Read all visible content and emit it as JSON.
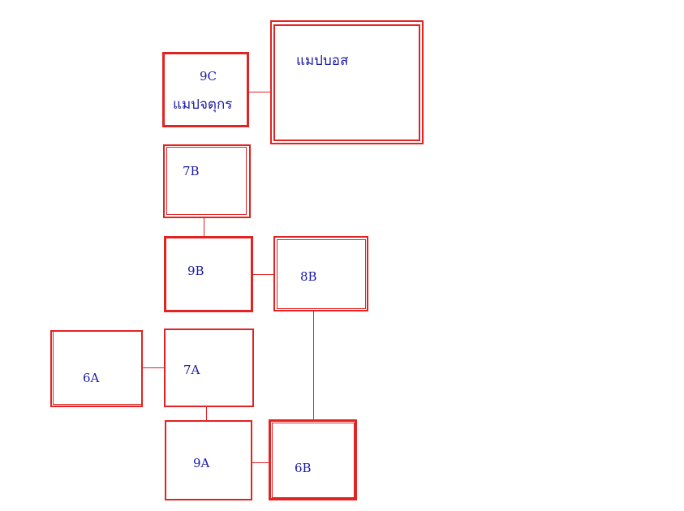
{
  "diagram": {
    "nodes": [
      {
        "id": "9C",
        "label": "9C",
        "sublabel": "แมปจตุกร"
      },
      {
        "id": "boss",
        "label": "แมปบอส"
      },
      {
        "id": "7B",
        "label": "7B"
      },
      {
        "id": "9B",
        "label": "9B"
      },
      {
        "id": "8B",
        "label": "8B"
      },
      {
        "id": "6A",
        "label": "6A"
      },
      {
        "id": "7A",
        "label": "7A"
      },
      {
        "id": "9A",
        "label": "9A"
      },
      {
        "id": "6B",
        "label": "6B"
      }
    ],
    "edges": [
      {
        "from": "9C",
        "to": "boss"
      },
      {
        "from": "7B",
        "to": "9B"
      },
      {
        "from": "9B",
        "to": "8B"
      },
      {
        "from": "8B",
        "to": "6B"
      },
      {
        "from": "6A",
        "to": "7A"
      },
      {
        "from": "7A",
        "to": "9A"
      },
      {
        "from": "9A",
        "to": "6B"
      }
    ]
  },
  "colors": {
    "box_border": "#e32222",
    "connector": "#e32222",
    "label_text": "#1a1aa6",
    "background": "#ffffff"
  }
}
